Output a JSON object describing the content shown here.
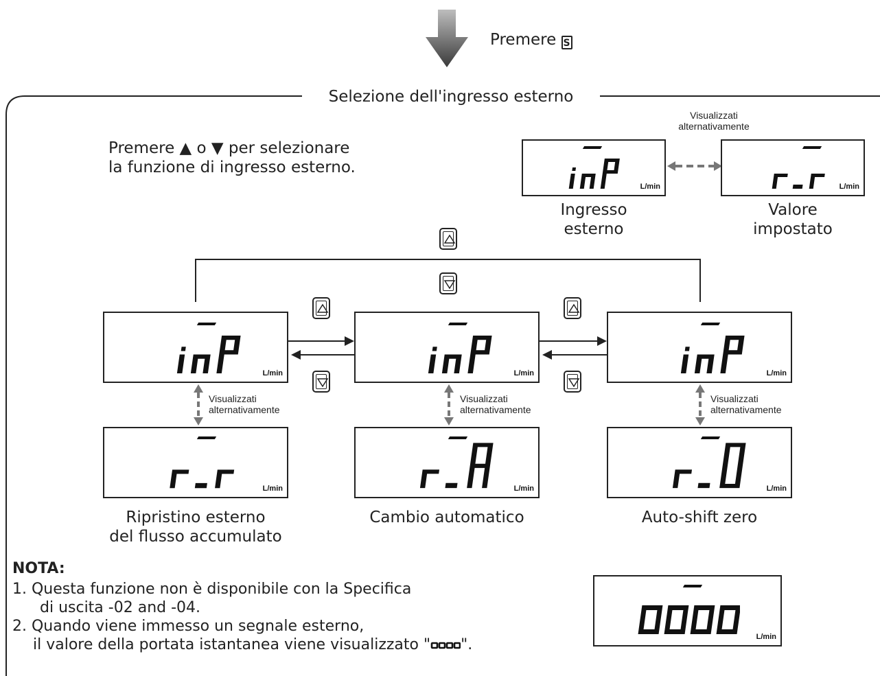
{
  "header": {
    "press_label": "Premere",
    "s_key_glyph": "S"
  },
  "section": {
    "title": "Selezione dell'ingresso esterno"
  },
  "instruction": {
    "line1": "Premere ▲ o ▼ per selezionare",
    "line2": "la funzione di ingresso esterno."
  },
  "top_example": {
    "alt_label_line1": "Visualizzati",
    "alt_label_line2": "alternativamente",
    "left_display": "inP",
    "right_display": "r_r",
    "left_caption_line1": "Ingresso",
    "left_caption_line2": "esterno",
    "right_caption_line1": "Valore",
    "right_caption_line2": "impostato"
  },
  "unit": "L/min",
  "alt_label": {
    "line1": "Visualizzati",
    "line2": "alternativamente"
  },
  "modes": [
    {
      "top_display": "inP",
      "bottom_display": "r_r",
      "caption_line1": "Ripristino esterno",
      "caption_line2": "del flusso accumulato"
    },
    {
      "top_display": "inP",
      "bottom_display": "r_A",
      "caption_line1": "Cambio automatico",
      "caption_line2": ""
    },
    {
      "top_display": "inP",
      "bottom_display": "r_0",
      "caption_line1": "Auto-shift zero",
      "caption_line2": ""
    }
  ],
  "note": {
    "title": "NOTA:",
    "item1_line1": "1. Questa funzione non è disponibile con la Specifica",
    "item1_line2": "di uscita -02 and -04.",
    "item2_line1": "2. Quando viene immesso un segnale esterno,",
    "item2_line2_prefix": "il valore della portata istantanea viene visualizzato \"",
    "item2_line2_suffix": "\".",
    "display": "0000"
  },
  "icons": {
    "down_arrow": "down-arrow-icon",
    "up_button": "up-button-icon",
    "down_button": "down-button-icon",
    "dashed_double_arrow": "dashed-double-arrow-icon"
  }
}
